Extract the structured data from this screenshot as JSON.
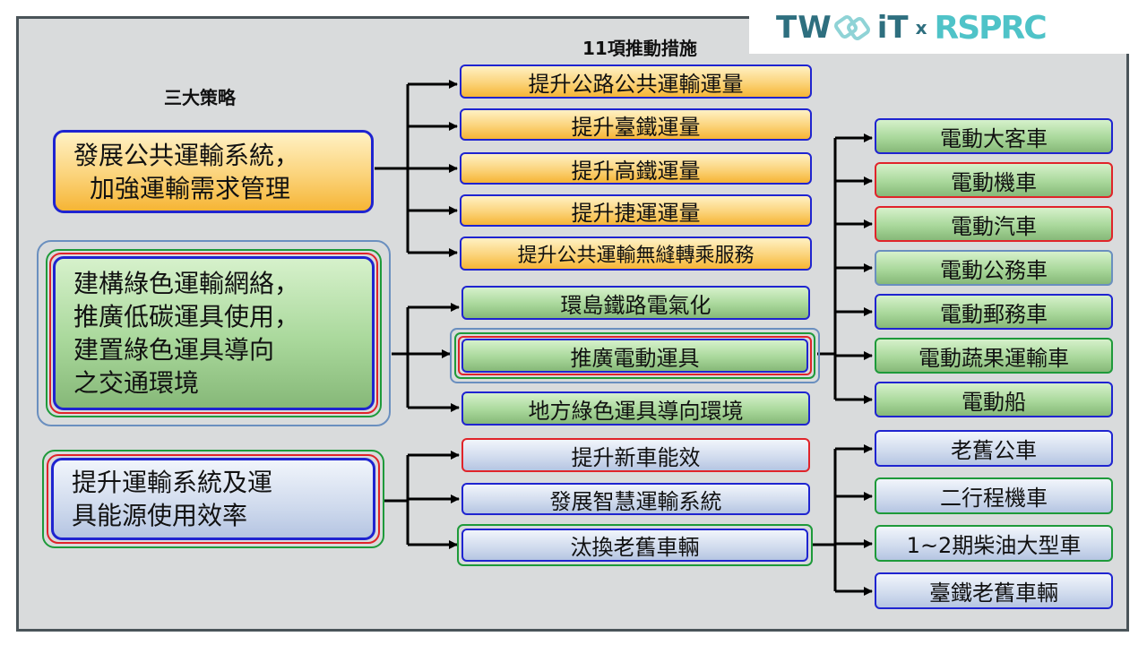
{
  "logo": {
    "left": "TW",
    "mid": "iT",
    "x": "x",
    "right": "RSPRC"
  },
  "headings": {
    "strategies": "三大策略",
    "measures": "11項推動措施"
  },
  "strategies": [
    "發展公共運輸系統，加強運輸需求管理",
    "建構綠色運輸網絡，推廣低碳運具使用，建置綠色運具導向之交通環境",
    "提升運輸系統及運具能源使用效率"
  ],
  "strategy_lines": [
    [
      "發展公共運輸系統，",
      "加強運輸需求管理"
    ],
    [
      "建構綠色運輸網絡，",
      "推廣低碳運具使用，",
      "建置綠色運具導向",
      "之交通環境"
    ],
    [
      "提升運輸系統及運",
      "具能源使用效率"
    ]
  ],
  "measures": [
    "提升公路公共運輸運量",
    "提升臺鐵運量",
    "提升高鐵運量",
    "提升捷運運量",
    "提升公共運輸無縫轉乘服務",
    "環島鐵路電氣化",
    "推廣電動運具",
    "地方綠色運具導向環境",
    "提升新車能效",
    "發展智慧運輸系統",
    "汰換老舊車輛"
  ],
  "electric_items": [
    "電動大客車",
    "電動機車",
    "電動汽車",
    "電動公務車",
    "電動郵務車",
    "電動蔬果運輸車",
    "電動船"
  ],
  "old_vehicle_items": [
    "老舊公車",
    "二行程機車",
    "1~2期柴油大型車",
    "臺鐵老舊車輛"
  ],
  "colors": {
    "box_border_blue": "#1f24d0",
    "ring_red": "#e0242a",
    "ring_green": "#1e9a3a",
    "ring_lightblue": "#6a8fbf",
    "orange_fill": "#f8c451",
    "green_fill": "#a9d89b",
    "blue_fill": "#cfdaed",
    "frame": "#4a5459"
  }
}
